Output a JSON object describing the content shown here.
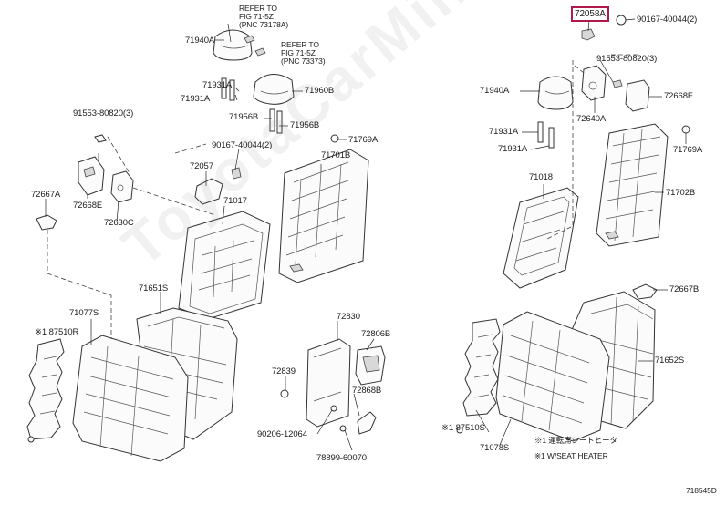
{
  "highlight_label": "72058A",
  "labels": {
    "refer_a": [
      "REFER TO",
      "FIG 71-5Z",
      "(PNC 73178A)"
    ],
    "refer_b": [
      "REFER TO",
      "FIG 71-5Z",
      "(PNC 73373)"
    ],
    "l_71940A": "71940A",
    "l_71931A_1": "71931A",
    "l_71931A_2": "71931A",
    "l_71960B": "71960B",
    "l_71956B_1": "71956B",
    "l_71956B_2": "71956B",
    "l_91553_left": "91553-80820(3)",
    "l_90167_left": "90167-40044(2)",
    "l_71769A_left": "71769A",
    "l_72057": "72057",
    "l_71701B": "71701B",
    "l_72668E": "72668E",
    "l_72630C": "72630C",
    "l_72667A": "72667A",
    "l_71017": "71017",
    "l_71077S": "71077S",
    "l_87510R": "※1 87510R",
    "l_71651S": "71651S",
    "l_72830": "72830",
    "l_72806B": "72806B",
    "l_72839": "72839",
    "l_72868B": "72868B",
    "l_90206": "90206-12064",
    "l_78899": "78899-60070",
    "r_90167": "90167-40044(2)",
    "r_91553": "91553-80820(3)",
    "r_71940A": "71940A",
    "r_72640A": "72640A",
    "r_72668F": "72668F",
    "r_71931A_1": "71931A",
    "r_71931A_2": "71931A",
    "r_71769A": "71769A",
    "r_71018": "71018",
    "r_71702B": "71702B",
    "r_72667B": "72667B",
    "r_71652S": "71652S",
    "r_87510S": "※1 87510S",
    "r_71078S": "71078S",
    "note_jp": "※1 運転席シートヒータ",
    "note_en": "※1 W/SEAT HEATER",
    "figure_code": "718545D"
  },
  "watermark": "ToyotaCarMine.ru"
}
